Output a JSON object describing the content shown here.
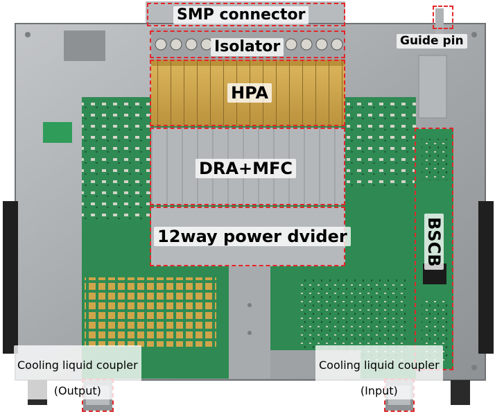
{
  "labels": {
    "smp_connector": "SMP connector",
    "isolator": "Isolator",
    "guide_pin": "Guide pin",
    "hpa": "HPA",
    "dra_mfc": "DRA+MFC",
    "power_divider": "12way power dvider",
    "bscb": "BSCB",
    "coupler_output_line1": "Cooling liquid coupler",
    "coupler_output_line2": "(Output)",
    "coupler_input_line1": "Cooling liquid coupler",
    "coupler_input_line2": "(Input)"
  },
  "colors": {
    "annotation_box": "#e3262a",
    "chassis": "#a9acae",
    "pcb": "#2e8a52",
    "gold": "#cfa54a"
  }
}
